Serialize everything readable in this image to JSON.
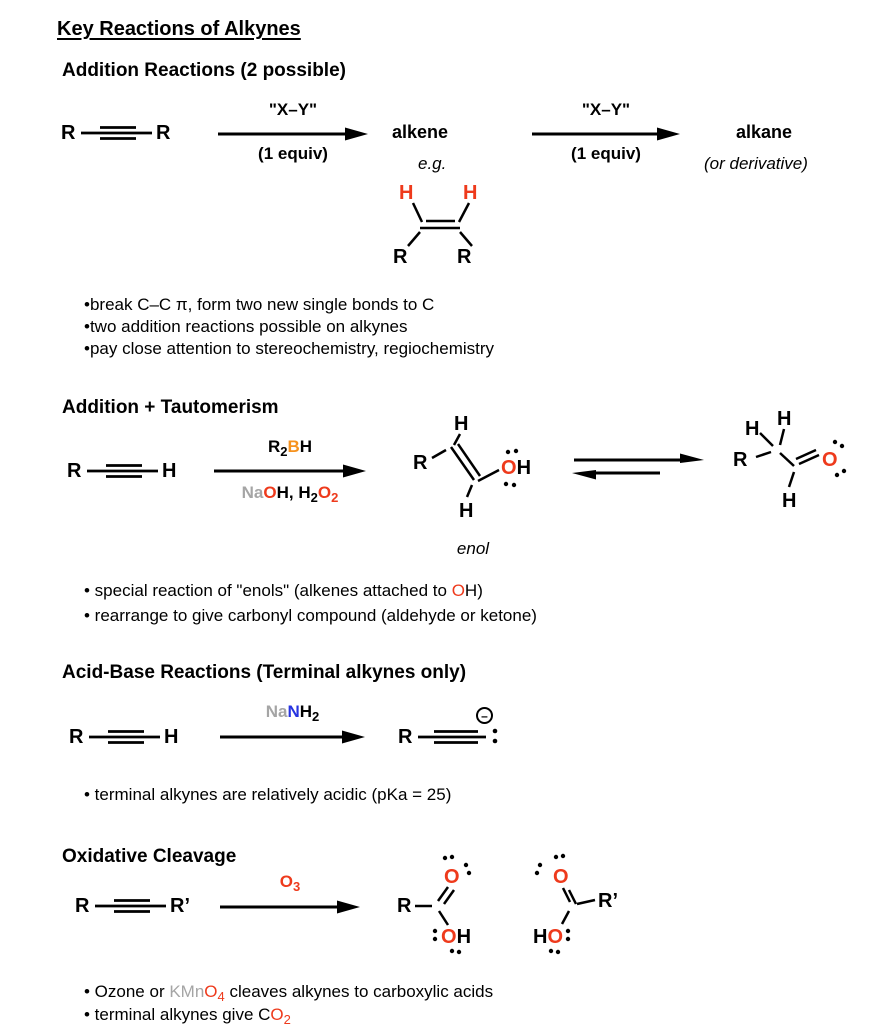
{
  "title": "Key Reactions of Alkynes",
  "colors": {
    "oxygen_red": "#ee3a1c",
    "boron_orange": "#f6921e",
    "metal_gray": "#a5a5a5",
    "nitrogen_blue": "#2633e0"
  },
  "s1": {
    "heading": "Addition Reactions (2 possible)",
    "alkyne": {
      "left": "R",
      "right": "R"
    },
    "arrow1": {
      "above": "\"X–Y\"",
      "below": "(1 equiv)"
    },
    "alkene_label": "alkene",
    "alkene_note": "e.g.",
    "alkene": {
      "h_left": "H",
      "h_right": "H",
      "r_left": "R",
      "r_right": "R"
    },
    "arrow2": {
      "above": "\"X–Y\"",
      "below": "(1 equiv)"
    },
    "alkane_label": "alkane",
    "alkane_note": "(or derivative)",
    "bullets": [
      "•break C–C π, form two new single bonds to C",
      "•two addition reactions possible on alkynes",
      "•pay close attention to stereochemistry, regiochemistry"
    ]
  },
  "s2": {
    "heading": "Addition + Tautomerism",
    "alkyne": {
      "left": "R",
      "right": "H"
    },
    "arrow_above": [
      {
        "t": "R"
      },
      {
        "t": "2",
        "sub": true
      },
      {
        "t": "B",
        "c": "orange"
      },
      {
        "t": "H"
      }
    ],
    "arrow_below": [
      {
        "t": "Na",
        "c": "gray"
      },
      {
        "t": "O",
        "c": "red"
      },
      {
        "t": "H, H"
      },
      {
        "t": "2",
        "sub": true
      },
      {
        "t": "O",
        "c": "red"
      },
      {
        "t": "2",
        "sub": true,
        "c": "red"
      }
    ],
    "enol": {
      "h_top": "H",
      "r": "R",
      "oh": [
        {
          "t": "O",
          "c": "red"
        },
        {
          "t": "H"
        }
      ],
      "h_bottom": "H",
      "caption": "enol"
    },
    "aldehyde": {
      "h1": "H",
      "h2": "H",
      "r": "R",
      "o": "O",
      "h_bottom": "H"
    },
    "bullets": [
      [
        {
          "t": "• special reaction of \"enols\" (alkenes attached to "
        },
        {
          "t": "O",
          "c": "red"
        },
        {
          "t": "H)"
        }
      ],
      [
        {
          "t": "• rearrange to give carbonyl compound (aldehyde or ketone)"
        }
      ]
    ]
  },
  "s3": {
    "heading": "Acid-Base Reactions (Terminal alkynes only)",
    "alkyne": {
      "left": "R",
      "right": "H"
    },
    "arrow_above": [
      {
        "t": "Na",
        "c": "gray"
      },
      {
        "t": "N",
        "c": "blue"
      },
      {
        "t": "H"
      },
      {
        "t": "2",
        "sub": true
      }
    ],
    "anion": {
      "r": "R",
      "charge": "–"
    },
    "bullet": "• terminal alkynes are relatively acidic (pKa = 25)"
  },
  "s4": {
    "heading": "Oxidative Cleavage",
    "alkyne": {
      "left": "R",
      "right": "R’"
    },
    "arrow_above": [
      {
        "t": "O",
        "c": "red"
      },
      {
        "t": "3",
        "sub": true,
        "c": "red"
      }
    ],
    "acid1": {
      "r": "R",
      "o_top": "O",
      "oh": [
        {
          "t": "O",
          "c": "red"
        },
        {
          "t": "H"
        }
      ]
    },
    "acid2": {
      "r": "R’",
      "o_top": "O",
      "ho": [
        {
          "t": "H"
        },
        {
          "t": "O",
          "c": "red"
        }
      ]
    },
    "bullets": [
      [
        {
          "t": "• Ozone or "
        },
        {
          "t": "KMn",
          "c": "gray"
        },
        {
          "t": "O",
          "c": "red"
        },
        {
          "t": "4",
          "sub": true,
          "c": "red"
        },
        {
          "t": " cleaves alkynes to carboxylic acids"
        }
      ],
      [
        {
          "t": "• terminal alkynes give C"
        },
        {
          "t": "O",
          "c": "red"
        },
        {
          "t": "2",
          "sub": true,
          "c": "red"
        }
      ]
    ]
  }
}
